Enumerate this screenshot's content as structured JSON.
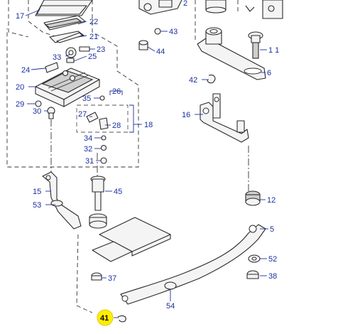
{
  "diagram": {
    "highlight_color": "#ffee00",
    "label_color": "#1b2f9e",
    "highlighted_callout": "41",
    "callouts": [
      {
        "id": "c17",
        "text": "17"
      },
      {
        "id": "c2",
        "text": "2"
      },
      {
        "id": "c22",
        "text": "22"
      },
      {
        "id": "c21",
        "text": "21"
      },
      {
        "id": "c43",
        "text": "43"
      },
      {
        "id": "c23",
        "text": "23"
      },
      {
        "id": "c33",
        "text": "33"
      },
      {
        "id": "c25",
        "text": "25"
      },
      {
        "id": "c44",
        "text": "44"
      },
      {
        "id": "c11",
        "text": "1 1"
      },
      {
        "id": "c24",
        "text": "24"
      },
      {
        "id": "c6",
        "text": "6"
      },
      {
        "id": "c42",
        "text": "42"
      },
      {
        "id": "c20",
        "text": "20"
      },
      {
        "id": "c26",
        "text": "26"
      },
      {
        "id": "c35",
        "text": "35"
      },
      {
        "id": "c29",
        "text": "29"
      },
      {
        "id": "c30",
        "text": "30"
      },
      {
        "id": "c16",
        "text": "16"
      },
      {
        "id": "c27",
        "text": "27"
      },
      {
        "id": "c28",
        "text": "28"
      },
      {
        "id": "c18",
        "text": "18"
      },
      {
        "id": "c34",
        "text": "34"
      },
      {
        "id": "c32",
        "text": "32"
      },
      {
        "id": "c31",
        "text": "31"
      },
      {
        "id": "c15",
        "text": "15"
      },
      {
        "id": "c45",
        "text": "45"
      },
      {
        "id": "c12",
        "text": "12"
      },
      {
        "id": "c53",
        "text": "53"
      },
      {
        "id": "c5",
        "text": "5"
      },
      {
        "id": "c52",
        "text": "52"
      },
      {
        "id": "c37",
        "text": "37"
      },
      {
        "id": "c38",
        "text": "38"
      },
      {
        "id": "c54",
        "text": "54"
      },
      {
        "id": "c41",
        "text": "41"
      }
    ]
  }
}
